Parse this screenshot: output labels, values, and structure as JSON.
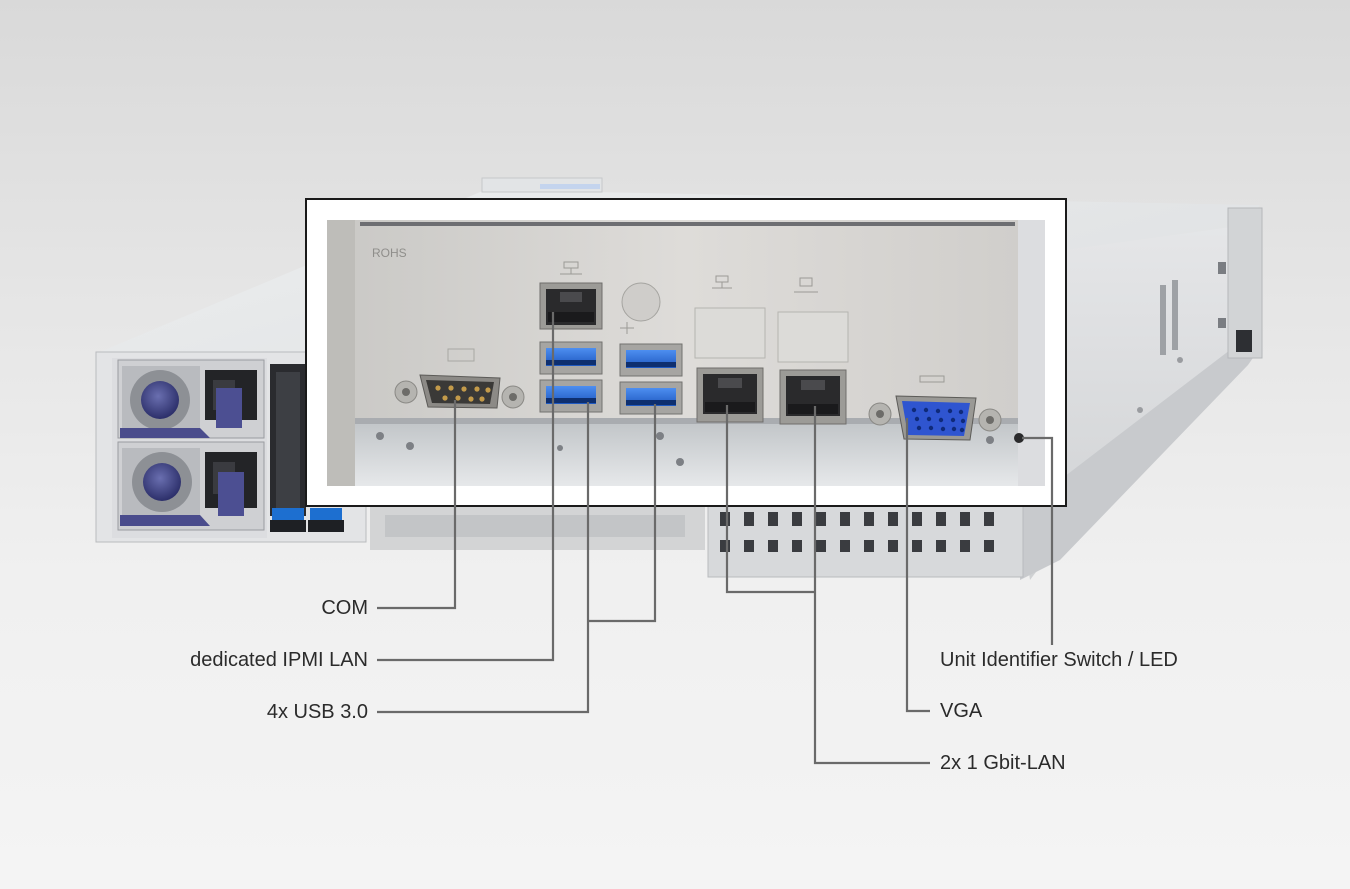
{
  "callouts": {
    "com": "COM",
    "ipmi": "dedicated IPMI LAN",
    "usb": "4x USB 3.0",
    "uid": "Unit Identifier Switch / LED",
    "vga": "VGA",
    "lan": "2x 1 Gbit-LAN"
  },
  "panel_text": {
    "rohs": "ROHS"
  },
  "colors": {
    "leader_line": "#6a6a6a",
    "usb_port": "#2f6fd6",
    "vga_port": "#2f55d0",
    "psu_handle": "#4a4c8c",
    "chassis": "#e4e5e6",
    "io_shield": "#d4d3d0"
  }
}
